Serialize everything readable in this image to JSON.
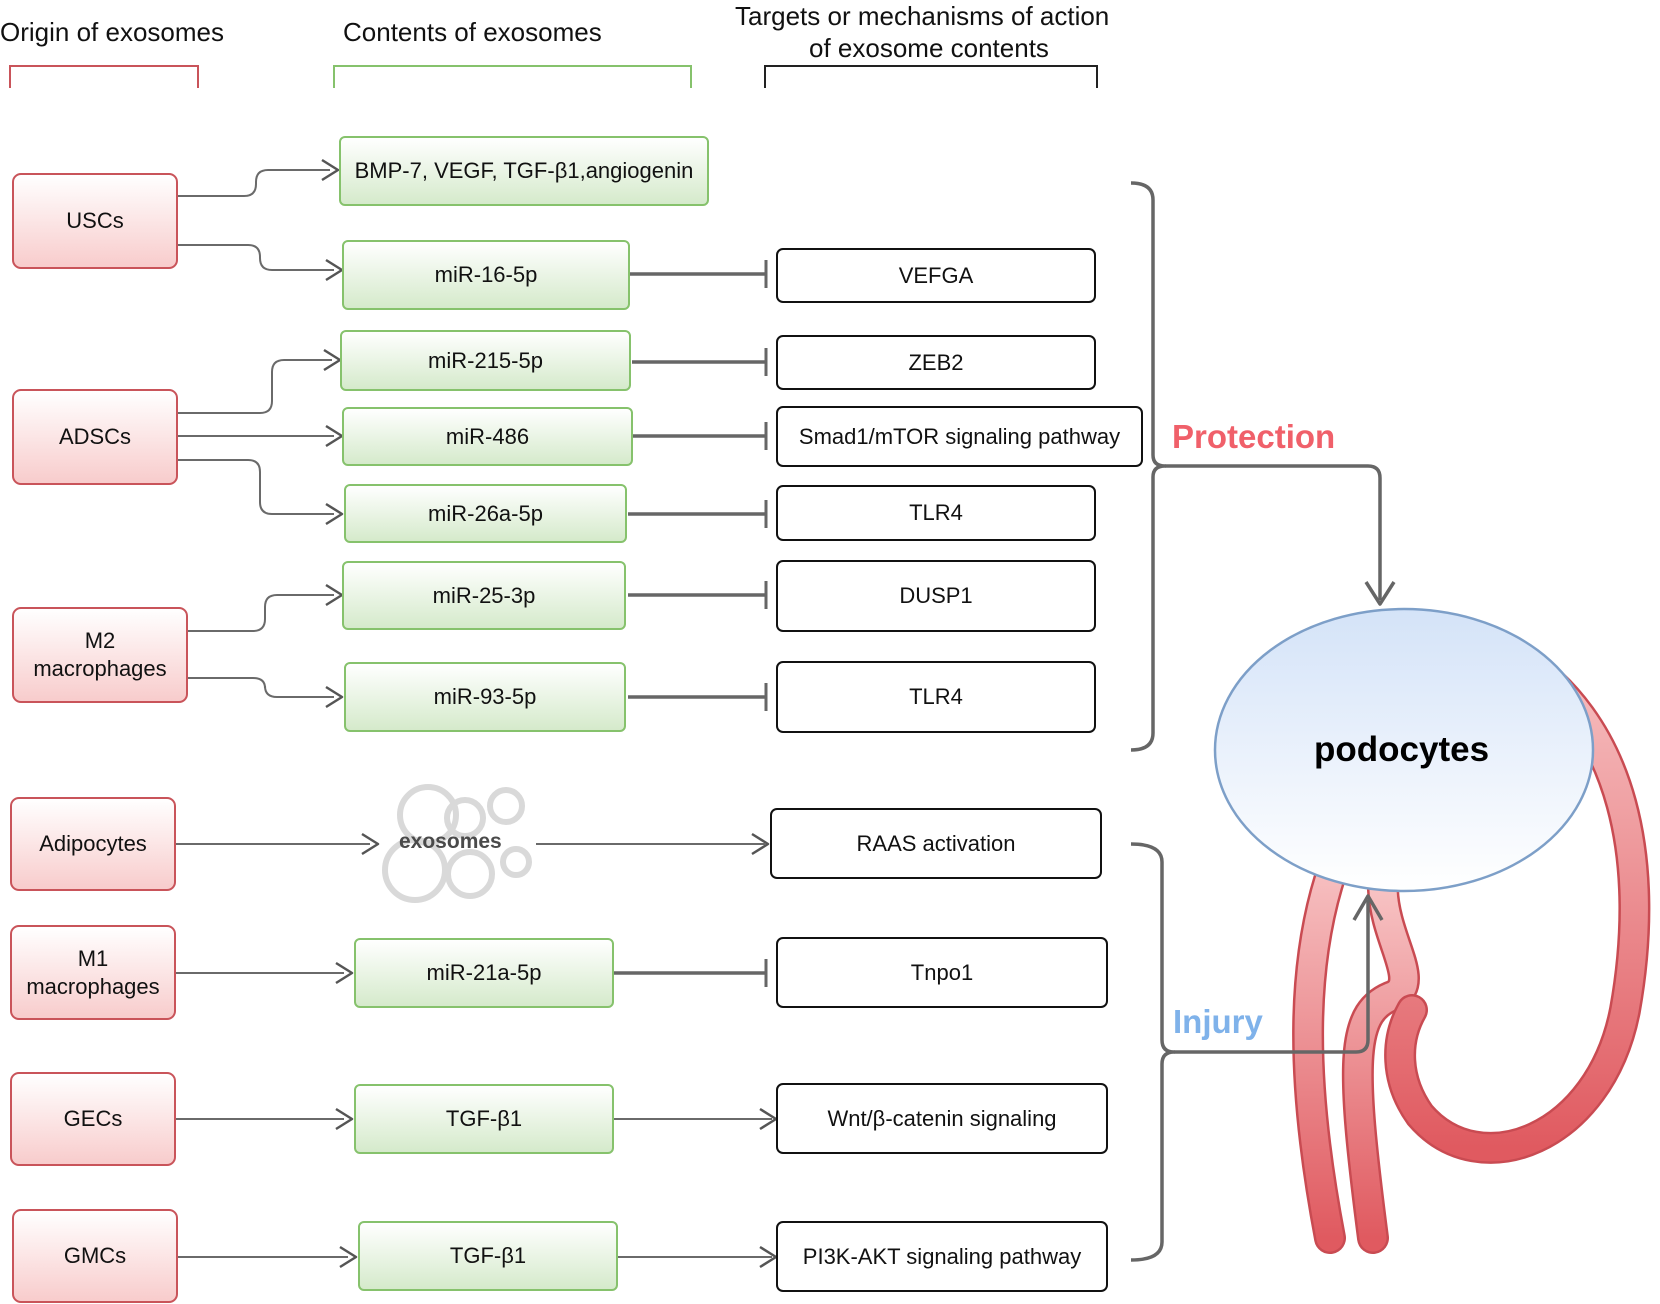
{
  "headers": {
    "origin": "Origin of exosomes",
    "contents": "Contents of exosomes",
    "targets_line1": "Targets or mechanisms of action",
    "targets_line2": "of exosome contents"
  },
  "origins": {
    "uscs": "USCs",
    "adscs": "ADSCs",
    "m2_line1": "M2",
    "m2_line2": "macrophages",
    "adipocytes": "Adipocytes",
    "m1_line1": "M1",
    "m1_line2": "macrophages",
    "gecs": "GECs",
    "gmcs": "GMCs"
  },
  "contents": {
    "bmp7": "BMP-7, VEGF, TGF-β1,angiogenin",
    "mir16": "miR-16-5p",
    "mir215": "miR-215-5p",
    "mir486": "miR-486",
    "mir26a": "miR-26a-5p",
    "mir25": "miR-25-3p",
    "mir93": "miR-93-5p",
    "exosomes": "exosomes",
    "mir21a": "miR-21a-5p",
    "tgfb1_gecs": "TGF-β1",
    "tgfb1_gmcs": "TGF-β1"
  },
  "targets": {
    "vefga": "VEFGA",
    "zeb2": "ZEB2",
    "smad1": "Smad1/mTOR signaling pathway",
    "tlr4_a": "TLR4",
    "dusp1": "DUSP1",
    "tlr4_b": "TLR4",
    "raas": "RAAS activation",
    "tnpo1": "Tnpo1",
    "wnt": "Wnt/β-catenin signaling",
    "pi3k": "PI3K-AKT signaling pathway"
  },
  "outcomes": {
    "protection": "Protection",
    "injury": "Injury",
    "podocytes": "podocytes"
  },
  "colors": {
    "origin_border": "#c9545a",
    "content_border": "#86c26c",
    "protection": "#f0606a",
    "injury": "#7fb2ea",
    "kidney": "#e4686c",
    "podocyte_fill": "#dce8f8",
    "podocyte_border": "#7d9fc8"
  }
}
